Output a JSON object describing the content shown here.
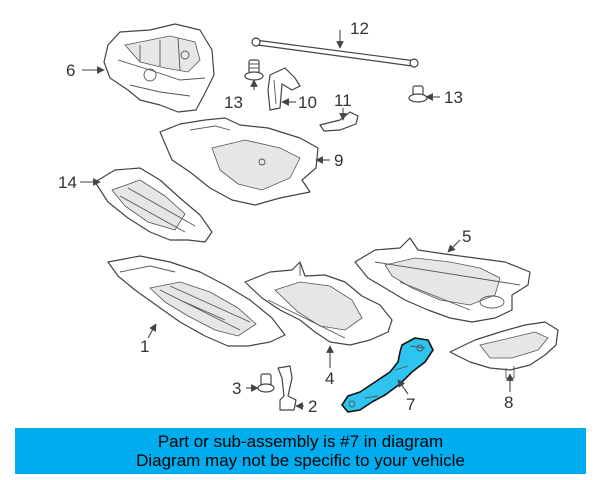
{
  "diagram": {
    "callouts": {
      "c1": "1",
      "c2": "2",
      "c3": "3",
      "c4": "4",
      "c5": "5",
      "c6": "6",
      "c7": "7",
      "c8": "8",
      "c9": "9",
      "c10": "10",
      "c11": "11",
      "c12": "12",
      "c13a": "13",
      "c13b": "13",
      "c14": "14"
    },
    "highlighted_part": "7",
    "colors": {
      "highlight": "#2ec4f0",
      "banner": "#00aeef",
      "line": "#444444"
    }
  },
  "banner": {
    "line1": "Part or sub-assembly is #7 in diagram",
    "line2": "Diagram may not be specific to your vehicle"
  }
}
